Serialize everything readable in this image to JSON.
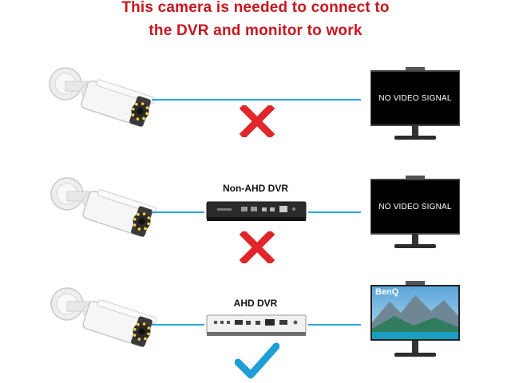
{
  "headline": {
    "line1": "This camera is needed to connect to",
    "line2": "the DVR and monitor to work",
    "color": "#c8161d"
  },
  "rows": [
    {
      "dvr_label": "",
      "screen_text": "NO VIDEO SIGNAL",
      "result": "cross",
      "result_icon": "cross-icon"
    },
    {
      "dvr_label": "Non-AHD DVR",
      "screen_text": "NO VIDEO SIGNAL",
      "result": "cross",
      "result_icon": "cross-icon"
    },
    {
      "dvr_label": "AHD DVR",
      "screen_text": "",
      "monitor_brand": "BenQ",
      "result": "check",
      "result_icon": "check-icon"
    }
  ],
  "colors": {
    "cable": "#29a9d8",
    "cross": "#e0262b",
    "check": "#1d9fd6",
    "screen_off": "#000000"
  }
}
